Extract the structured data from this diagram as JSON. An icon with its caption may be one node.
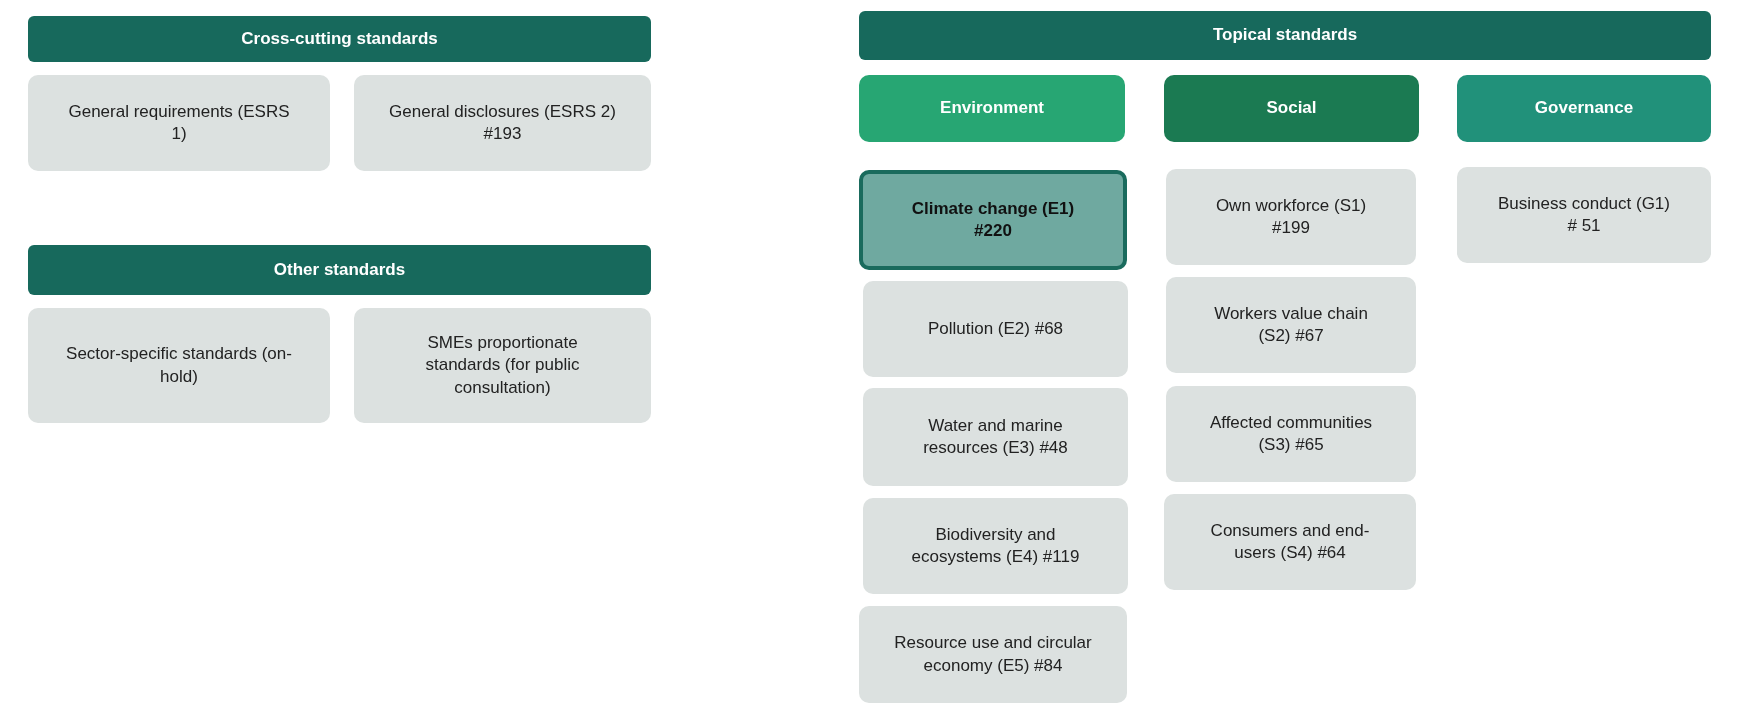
{
  "diagram": {
    "nodes": [
      {
        "text": [
          "Cross-cutting standards"
        ]
      },
      {
        "text": [
          "General requirements (ESRS 1)"
        ]
      },
      {
        "text": [
          "General disclosures (ESRS 2) #193"
        ]
      },
      {
        "text": [
          "Other standards"
        ]
      },
      {
        "text": [
          "Sector-specific standards (on-hold)"
        ]
      },
      {
        "text": [
          "SMEs proportionate standards (for public consultation)"
        ]
      },
      {
        "text": [
          "Topical standards"
        ]
      },
      {
        "text": [
          "Environment"
        ]
      },
      {
        "text": [
          "Social"
        ]
      },
      {
        "text": [
          "Governance"
        ]
      },
      {
        "text": [
          "Climate change (E1) #220"
        ]
      },
      {
        "text": [
          "Own workforce (S1) #199"
        ]
      },
      {
        "text": [
          "Business conduct (G1) # 51"
        ]
      },
      {
        "text": [
          "Pollution (E2) #68"
        ]
      },
      {
        "text": [
          "Workers value chain (S2) #67"
        ]
      },
      {
        "text": [
          "Water and marine resources (E3) #48"
        ]
      },
      {
        "text": [
          "Affected communities (S3) #65"
        ]
      },
      {
        "text": [
          "Biodiversity and ecosystems (E4) #119"
        ]
      },
      {
        "text": [
          "Consumers and end-users (S4) #64"
        ]
      },
      {
        "text": [
          "Resource use and circular economy (E5) #84"
        ]
      }
    ],
    "edges": []
  }
}
